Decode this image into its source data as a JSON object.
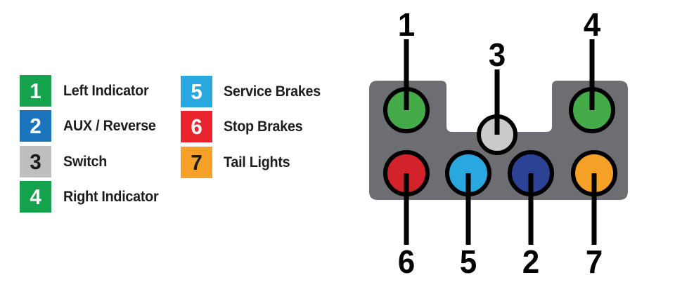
{
  "legend": {
    "columns": [
      {
        "items": [
          {
            "num": "1",
            "label": "Left Indicator",
            "color": "#14A24C",
            "num_color": "#FFFFFF"
          },
          {
            "num": "2",
            "label": "AUX / Reverse",
            "color": "#1B75BC",
            "num_color": "#FFFFFF"
          },
          {
            "num": "3",
            "label": "Switch",
            "color": "#BCBEC0",
            "num_color": "#1A1A1A"
          },
          {
            "num": "4",
            "label": "Right Indicator",
            "color": "#14A24C",
            "num_color": "#FFFFFF"
          }
        ]
      },
      {
        "items": [
          {
            "num": "5",
            "label": "Service Brakes",
            "color": "#29A8E0",
            "num_color": "#FFFFFF"
          },
          {
            "num": "6",
            "label": "Stop Brakes",
            "color": "#E8242C",
            "num_color": "#FFFFFF"
          },
          {
            "num": "7",
            "label": "Tail Lights",
            "color": "#F5A026",
            "num_color": "#1A1A1A"
          }
        ]
      }
    ]
  },
  "connector": {
    "body_color": "#6D6E71",
    "pin_outline_color": "#000000",
    "pins": [
      {
        "num": "1",
        "function": "Left Indicator",
        "color": "#44AB48",
        "position": "top-left"
      },
      {
        "num": "2",
        "function": "AUX / Reverse",
        "color": "#2B4295",
        "position": "bottom-middle-right"
      },
      {
        "num": "3",
        "function": "Switch",
        "color": "#C9CACC",
        "position": "top-center"
      },
      {
        "num": "4",
        "function": "Right Indicator",
        "color": "#44AB48",
        "position": "top-right"
      },
      {
        "num": "5",
        "function": "Service Brakes",
        "color": "#29A8E0",
        "position": "bottom-middle-left"
      },
      {
        "num": "6",
        "function": "Stop Brakes",
        "color": "#D2232B",
        "position": "bottom-left"
      },
      {
        "num": "7",
        "function": "Tail Lights",
        "color": "#F5A026",
        "position": "bottom-right"
      }
    ]
  }
}
